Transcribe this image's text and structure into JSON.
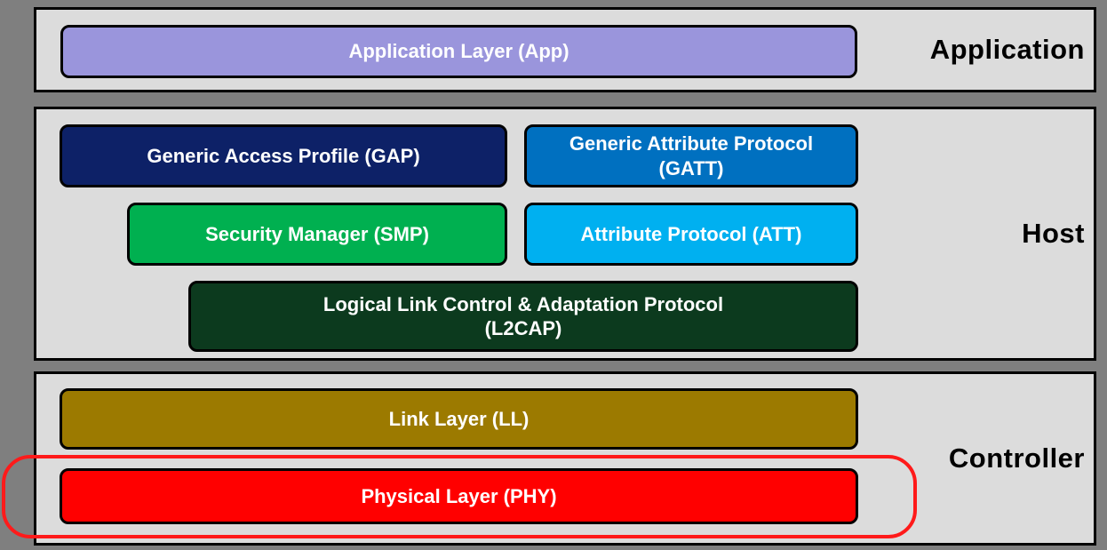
{
  "colors": {
    "background": "#7f7f7f",
    "panel_bg": "#dcdcdc",
    "panel_border": "#000000",
    "box_text": "#ffffff",
    "section_label_text": "#000000",
    "highlight": "#ff1a1a"
  },
  "sections": [
    {
      "label": "Application",
      "boxes": [
        {
          "id": "app",
          "label": "Application Layer (App)",
          "color": "#9a95dc"
        }
      ]
    },
    {
      "label": "Host",
      "boxes": [
        {
          "id": "gap",
          "label": "Generic Access Profile (GAP)",
          "color": "#0d2167"
        },
        {
          "id": "gatt",
          "label": "Generic Attribute Protocol\n(GATT)",
          "color": "#0070c0"
        },
        {
          "id": "smp",
          "label": "Security Manager (SMP)",
          "color": "#00b050"
        },
        {
          "id": "att",
          "label": "Attribute Protocol (ATT)",
          "color": "#00b0f0"
        },
        {
          "id": "l2cap",
          "label": "Logical Link Control & Adaptation Protocol\n(L2CAP)",
          "color": "#0c3a1e"
        }
      ]
    },
    {
      "label": "Controller",
      "boxes": [
        {
          "id": "ll",
          "label": "Link Layer (LL)",
          "color": "#9c7a00"
        },
        {
          "id": "phy",
          "label": "Physical Layer (PHY)",
          "color": "#ff0000"
        }
      ]
    }
  ],
  "annotation": {
    "type": "red-outline",
    "target": "Physical Layer (PHY)"
  }
}
